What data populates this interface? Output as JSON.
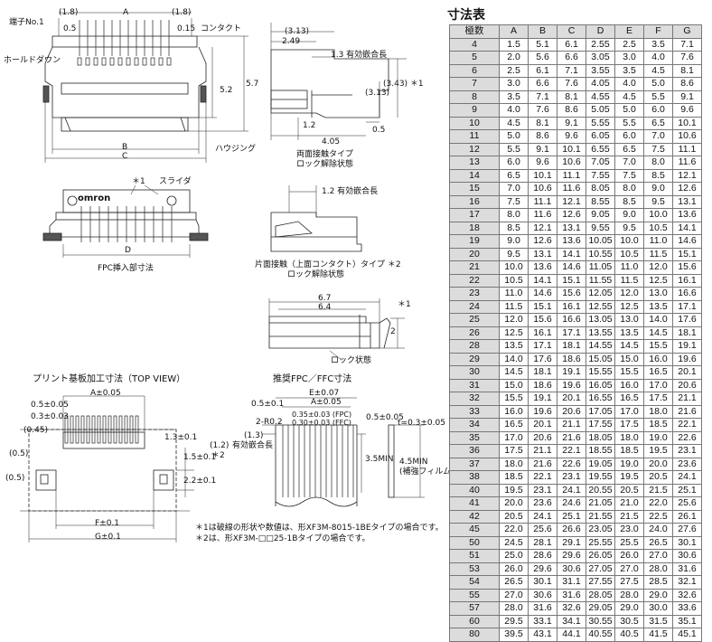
{
  "table": {
    "title": "寸法表",
    "headers": [
      "極数",
      "A",
      "B",
      "C",
      "D",
      "E",
      "F",
      "G"
    ],
    "rows": [
      [
        "4",
        "1.5",
        "5.1",
        "6.1",
        "2.55",
        "2.5",
        "3.5",
        "7.1"
      ],
      [
        "5",
        "2.0",
        "5.6",
        "6.6",
        "3.05",
        "3.0",
        "4.0",
        "7.6"
      ],
      [
        "6",
        "2.5",
        "6.1",
        "7.1",
        "3.55",
        "3.5",
        "4.5",
        "8.1"
      ],
      [
        "7",
        "3.0",
        "6.6",
        "7.6",
        "4.05",
        "4.0",
        "5.0",
        "8.6"
      ],
      [
        "8",
        "3.5",
        "7.1",
        "8.1",
        "4.55",
        "4.5",
        "5.5",
        "9.1"
      ],
      [
        "9",
        "4.0",
        "7.6",
        "8.6",
        "5.05",
        "5.0",
        "6.0",
        "9.6"
      ],
      [
        "10",
        "4.5",
        "8.1",
        "9.1",
        "5.55",
        "5.5",
        "6.5",
        "10.1"
      ],
      [
        "11",
        "5.0",
        "8.6",
        "9.6",
        "6.05",
        "6.0",
        "7.0",
        "10.6"
      ],
      [
        "12",
        "5.5",
        "9.1",
        "10.1",
        "6.55",
        "6.5",
        "7.5",
        "11.1"
      ],
      [
        "13",
        "6.0",
        "9.6",
        "10.6",
        "7.05",
        "7.0",
        "8.0",
        "11.6"
      ],
      [
        "14",
        "6.5",
        "10.1",
        "11.1",
        "7.55",
        "7.5",
        "8.5",
        "12.1"
      ],
      [
        "15",
        "7.0",
        "10.6",
        "11.6",
        "8.05",
        "8.0",
        "9.0",
        "12.6"
      ],
      [
        "16",
        "7.5",
        "11.1",
        "12.1",
        "8.55",
        "8.5",
        "9.5",
        "13.1"
      ],
      [
        "17",
        "8.0",
        "11.6",
        "12.6",
        "9.05",
        "9.0",
        "10.0",
        "13.6"
      ],
      [
        "18",
        "8.5",
        "12.1",
        "13.1",
        "9.55",
        "9.5",
        "10.5",
        "14.1"
      ],
      [
        "19",
        "9.0",
        "12.6",
        "13.6",
        "10.05",
        "10.0",
        "11.0",
        "14.6"
      ],
      [
        "20",
        "9.5",
        "13.1",
        "14.1",
        "10.55",
        "10.5",
        "11.5",
        "15.1"
      ],
      [
        "21",
        "10.0",
        "13.6",
        "14.6",
        "11.05",
        "11.0",
        "12.0",
        "15.6"
      ],
      [
        "22",
        "10.5",
        "14.1",
        "15.1",
        "11.55",
        "11.5",
        "12.5",
        "16.1"
      ],
      [
        "23",
        "11.0",
        "14.6",
        "15.6",
        "12.05",
        "12.0",
        "13.0",
        "16.6"
      ],
      [
        "24",
        "11.5",
        "15.1",
        "16.1",
        "12.55",
        "12.5",
        "13.5",
        "17.1"
      ],
      [
        "25",
        "12.0",
        "15.6",
        "16.6",
        "13.05",
        "13.0",
        "14.0",
        "17.6"
      ],
      [
        "26",
        "12.5",
        "16.1",
        "17.1",
        "13.55",
        "13.5",
        "14.5",
        "18.1"
      ],
      [
        "28",
        "13.5",
        "17.1",
        "18.1",
        "14.55",
        "14.5",
        "15.5",
        "19.1"
      ],
      [
        "29",
        "14.0",
        "17.6",
        "18.6",
        "15.05",
        "15.0",
        "16.0",
        "19.6"
      ],
      [
        "30",
        "14.5",
        "18.1",
        "19.1",
        "15.55",
        "15.5",
        "16.5",
        "20.1"
      ],
      [
        "31",
        "15.0",
        "18.6",
        "19.6",
        "16.05",
        "16.0",
        "17.0",
        "20.6"
      ],
      [
        "32",
        "15.5",
        "19.1",
        "20.1",
        "16.55",
        "16.5",
        "17.5",
        "21.1"
      ],
      [
        "33",
        "16.0",
        "19.6",
        "20.6",
        "17.05",
        "17.0",
        "18.0",
        "21.6"
      ],
      [
        "34",
        "16.5",
        "20.1",
        "21.1",
        "17.55",
        "17.5",
        "18.5",
        "22.1"
      ],
      [
        "35",
        "17.0",
        "20.6",
        "21.6",
        "18.05",
        "18.0",
        "19.0",
        "22.6"
      ],
      [
        "36",
        "17.5",
        "21.1",
        "22.1",
        "18.55",
        "18.5",
        "19.5",
        "23.1"
      ],
      [
        "37",
        "18.0",
        "21.6",
        "22.6",
        "19.05",
        "19.0",
        "20.0",
        "23.6"
      ],
      [
        "38",
        "18.5",
        "22.1",
        "23.1",
        "19.55",
        "19.5",
        "20.5",
        "24.1"
      ],
      [
        "40",
        "19.5",
        "23.1",
        "24.1",
        "20.55",
        "20.5",
        "21.5",
        "25.1"
      ],
      [
        "41",
        "20.0",
        "23.6",
        "24.6",
        "21.05",
        "21.0",
        "22.0",
        "25.6"
      ],
      [
        "42",
        "20.5",
        "24.1",
        "25.1",
        "21.55",
        "21.5",
        "22.5",
        "26.1"
      ],
      [
        "45",
        "22.0",
        "25.6",
        "26.6",
        "23.05",
        "23.0",
        "24.0",
        "27.6"
      ],
      [
        "50",
        "24.5",
        "28.1",
        "29.1",
        "25.55",
        "25.5",
        "26.5",
        "30.1"
      ],
      [
        "51",
        "25.0",
        "28.6",
        "29.6",
        "26.05",
        "26.0",
        "27.0",
        "30.6"
      ],
      [
        "53",
        "26.0",
        "29.6",
        "30.6",
        "27.05",
        "27.0",
        "28.0",
        "31.6"
      ],
      [
        "54",
        "26.5",
        "30.1",
        "31.1",
        "27.55",
        "27.5",
        "28.5",
        "32.1"
      ],
      [
        "55",
        "27.0",
        "30.6",
        "31.6",
        "28.05",
        "28.0",
        "29.0",
        "32.6"
      ],
      [
        "57",
        "28.0",
        "31.6",
        "32.6",
        "29.05",
        "29.0",
        "30.0",
        "33.6"
      ],
      [
        "60",
        "29.5",
        "33.1",
        "34.1",
        "30.55",
        "30.5",
        "31.5",
        "35.1"
      ],
      [
        "80",
        "39.5",
        "43.1",
        "44.1",
        "40.55",
        "40.5",
        "41.5",
        "45.1"
      ]
    ]
  },
  "labels": {
    "d18l": "(1.8)",
    "dA": "A",
    "d18r": "(1.8)",
    "pin1": "端子No.1",
    "d05a": "0.5",
    "d015": "0.15",
    "contact": "コンタクト",
    "holddown": "ホールドダウン",
    "d52": "5.2",
    "d57": "5.7",
    "dB": "B",
    "dC": "C",
    "housing": "ハウジング",
    "d313a": "(3.13)",
    "d249": "2.49",
    "d13eff": "1.3 有効嵌合長",
    "d343": "(3.43) ＊1",
    "d313b": "(3.13)",
    "d12": "1.2",
    "d05b": "0.5",
    "d405": "4.05",
    "both_cap": "両面接触タイプ",
    "lock_rel1": "ロック解除状態",
    "star1a": "＊1",
    "slider": "スライダ",
    "omron": "omron",
    "dD": "D",
    "fpc_insert": "FPC挿入部寸法",
    "d12eff": "1.2 有効嵌合長",
    "single_cap": "片面接触（上面コンタクト）タイプ ＊2",
    "lock_rel2": "ロック解除状態",
    "d67": "6.7",
    "d64": "6.4",
    "star1b": "＊1",
    "d2": "2",
    "lock_state": "ロック状態",
    "pcb_title": "プリント基板加工寸法（TOP VIEW）",
    "pcb_A": "A±0.05",
    "pcb_05": "0.5±0.05",
    "pcb_03": "0.3±0.03",
    "pcb_045": "(0.45)",
    "pcb_13": "1.3±0.1",
    "pcb_05b": "(0.5)",
    "pcb_15": "1.5±0.1",
    "pcb_05c": "(0.5)",
    "pcb_22": "2.2±0.1",
    "pcb_F": "F±0.1",
    "pcb_G": "G±0.1",
    "fpc_title": "推奨FPC／FFC寸法",
    "fpc_E": "E±0.07",
    "fpc_A": "A±0.05",
    "fpc_05": "0.5±0.1",
    "fpc_035": "0.35±0.03 (FPC)",
    "fpc_030": "0.30±0.03 (FFC)",
    "fpc_05b": "0.5±0.05",
    "fpc_t": "t=0.3±0.05",
    "fpc_r": "2-R0.2",
    "fpc_13": "(1.3)",
    "fpc_12": "(1.2)",
    "fpc_eff": "有効嵌合長",
    "fpc_star2": "＊2",
    "fpc_35": "3.5MIN",
    "fpc_45": "4.5MIN",
    "fpc_reinf": "(補強フィルム)",
    "note1": "＊1は破線の形状や数値は、形XF3M-8015-1BEタイプの場合です。",
    "note2": "＊2は、形XF3M-□□25-1Bタイプの場合です。"
  }
}
